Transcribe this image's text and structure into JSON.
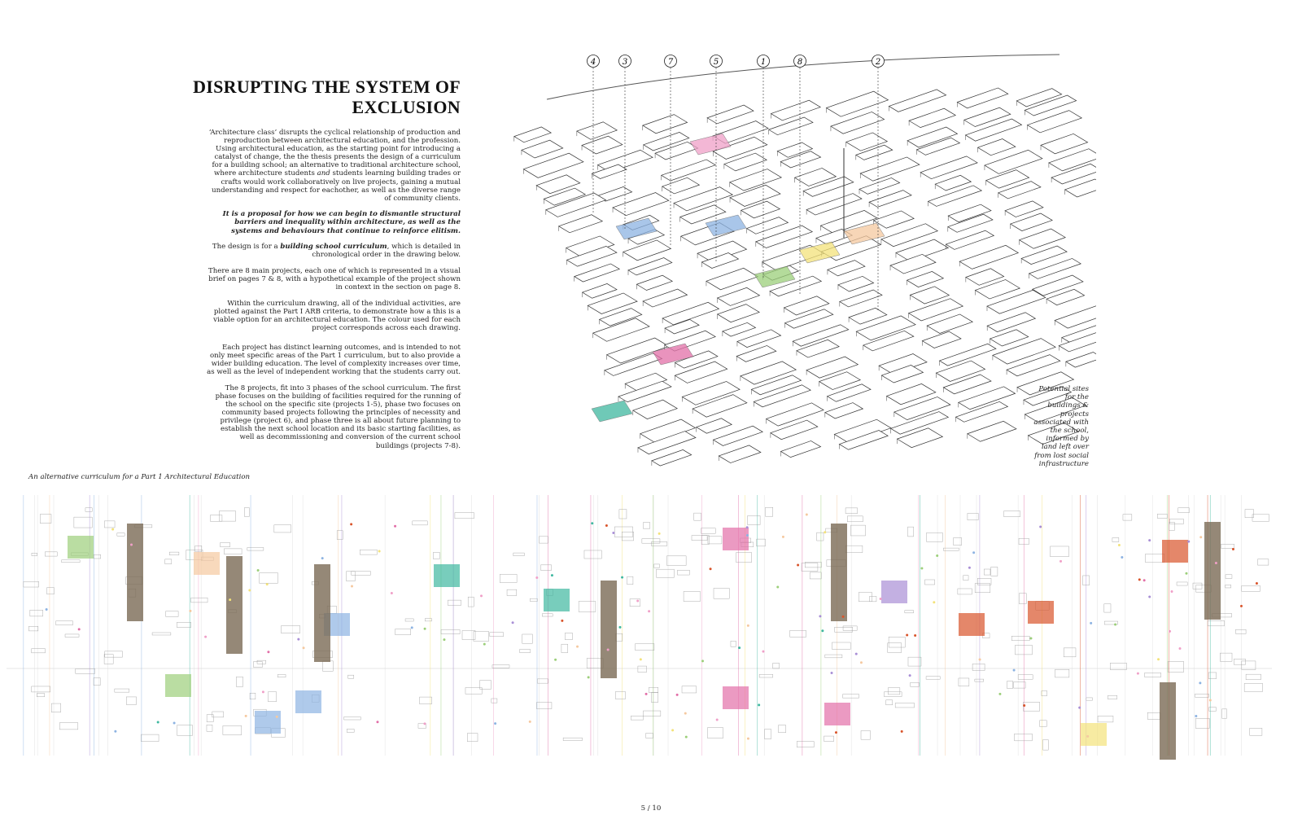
{
  "title": "DISRUPTING THE SYSTEM OF EXCLUSION",
  "paragraphs": {
    "p1_a": "‘Architecture class’ disrupts the cyclical relationship of production and reproduction between architectural education, and the profession. Using architectural education, as the starting point for introducing a catalyst of change, the the thesis presents the design of a curriculum for a building school; an alternative to traditional architecture school, where architecture students ",
    "p1_em": "and",
    "p1_b": " students learning building trades or crafts would work collaboratively on live projects, gaining a mutual understanding and respect for eachother, as well as the diverse range of community clients.",
    "p2": "It is a proposal for how we can begin to dismantle structural barriers and inequality within architecture, as well as the systems and behaviours that continue to reinforce elitism.",
    "p3_a": "The design is for a ",
    "p3_em": "building school curriculum",
    "p3_b": ", which is detailed in chronological order in the drawing below.",
    "p4": "There are 8 main projects, each one of which is represented in a visual brief on pages 7 & 8, with a hypothetical example of the project shown in context in the section on page 8.",
    "p5": "Within the curriculum drawing, all of the individual activities, are plotted against the Part I ARB criteria, to demonstrate how a this is a viable option for an architectural education. The colour used for each project corresponds across each drawing.",
    "p6": "Each project has distinct learning outcomes, and is intended to not only meet specific areas of the Part 1 curriculum, but to also provide a wider building education. The level of complexity increases over time, as well as the level of independent working that the students carry out.",
    "p7": "The 8 projects, fit into 3 phases of the school curriculum. The first phase focuses on the building of facilities required for the running of the school on the specific site (projects 1-5), phase two focuses on community based projects following the principles of necessity and privilege (project 6), and phase three is all about future planning to establish the next school location and its basic starting facilities, as well as decommissioning and conversion of the current school buildings (projects 7-8)."
  },
  "site_markers": [
    "4",
    "3",
    "7",
    "5",
    "1",
    "8",
    "2"
  ],
  "site_caption": "Potential sites for the buildings & projects associated with the school, informed by land left over from lost social infrastructure",
  "curriculum_caption": "An  alternative curriculum for a Part 1 Architectural Education",
  "page_number": "5 / 10",
  "project_colors": {
    "1": "#f0a0c8",
    "2": "#f5c9a0",
    "3": "#8db3e2",
    "4": "#3fb8a0",
    "5": "#e26fa8",
    "6": "#a98fd6",
    "7": "#9ccf7a",
    "8": "#f3e27a",
    "accent": "#d9542b"
  }
}
